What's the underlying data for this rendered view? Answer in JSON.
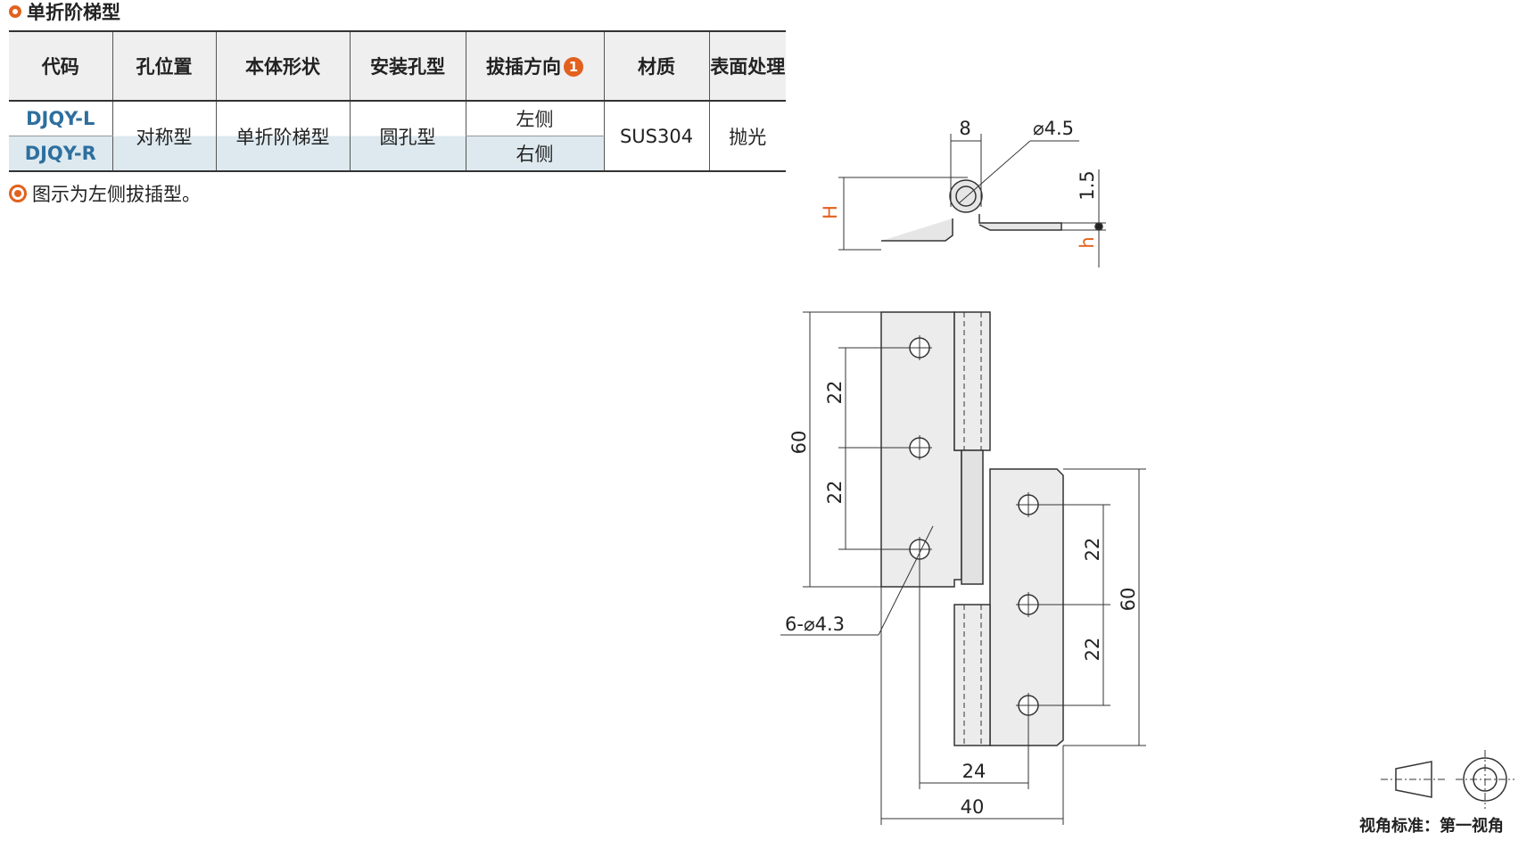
{
  "title": "单折阶梯型",
  "table": {
    "headers": [
      "代码",
      "孔位置",
      "本体形状",
      "安装孔型",
      "拔插方向",
      "材质",
      "表面处理"
    ],
    "header_badge": "1",
    "rows": [
      {
        "code": "DJQY-L",
        "direction": "左侧"
      },
      {
        "code": "DJQY-R",
        "direction": "右侧"
      }
    ],
    "hole_position": "对称型",
    "body_shape": "单折阶梯型",
    "hole_type": "圆孔型",
    "material": "SUS304",
    "surface": "抛光"
  },
  "note": "图示为左侧拔插型。",
  "drawing": {
    "side_view": {
      "dim_width": "8",
      "dim_diameter": "⌀4.5",
      "dim_H": "H",
      "dim_thickness": "1.5",
      "dim_h": "h"
    },
    "front_view": {
      "dim_pitch_left_1": "22",
      "dim_pitch_left_2": "22",
      "dim_height_left": "60",
      "dim_pitch_right_1": "22",
      "dim_pitch_right_2": "22",
      "dim_height_right": "60",
      "dim_hole": "6-⌀4.3",
      "dim_hole_span": "24",
      "dim_total_width": "40"
    }
  },
  "view_standard": "视角标准：第一视角",
  "colors": {
    "accent": "#e2611e",
    "code_blue": "#2e6f9e",
    "dim_orange": "#e2611e",
    "row_tint": "#dde9ef"
  }
}
